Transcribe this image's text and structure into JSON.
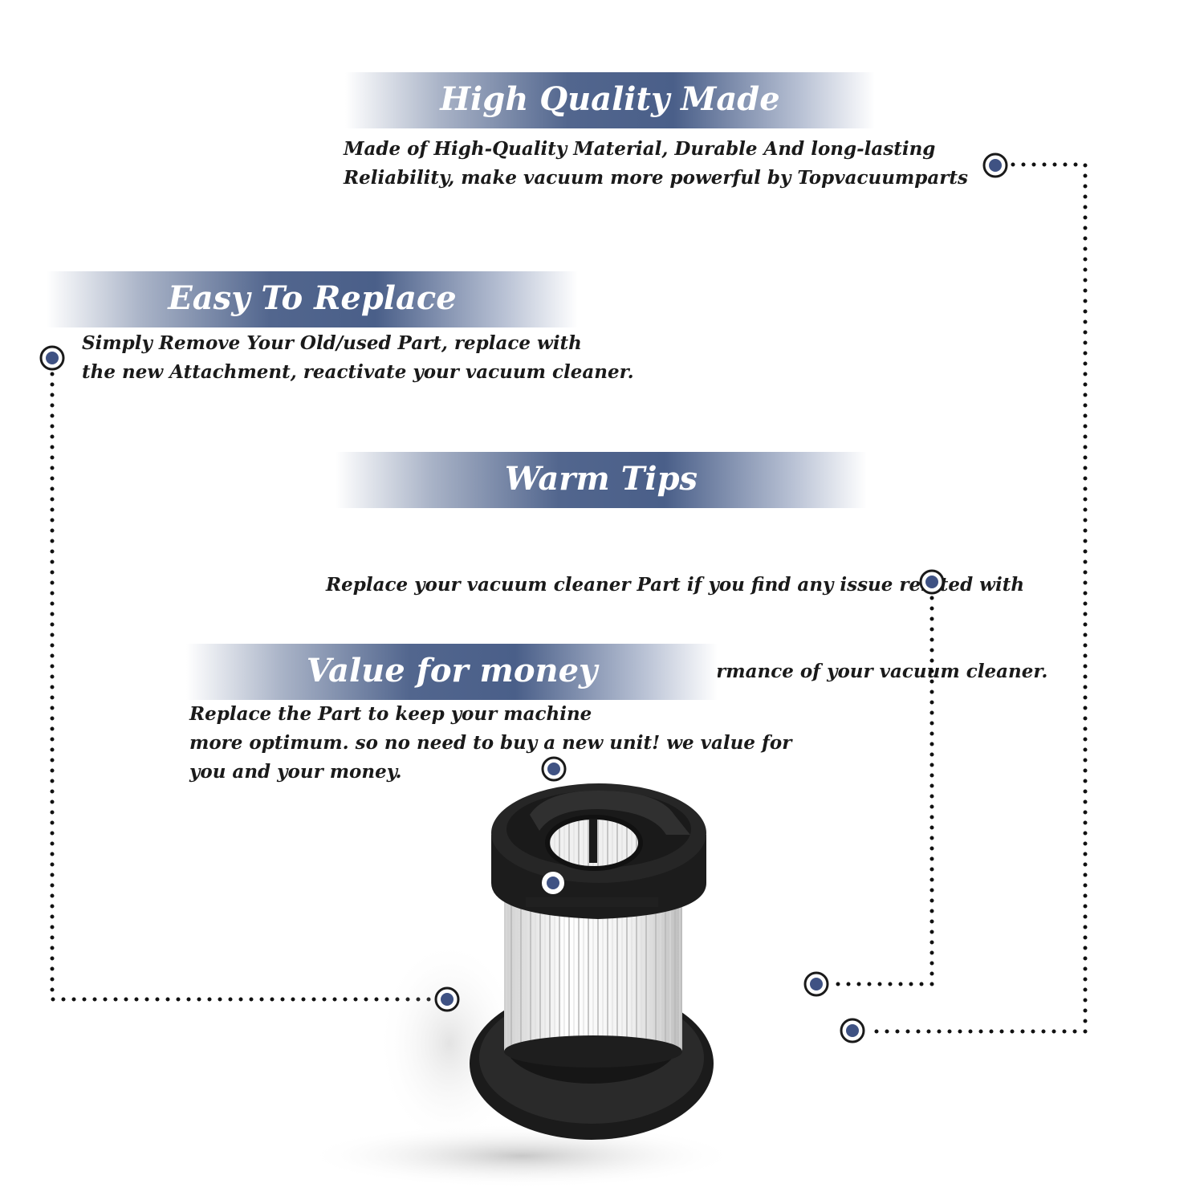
{
  "sections": [
    {
      "title": "High Quality Made",
      "lines": [
        "Made of  High-Quality Material, Durable And long-lasting",
        "Reliability, make vacuum more powerful by Topvacuumparts"
      ]
    },
    {
      "title": "Easy To Replace",
      "lines": [
        "Simply Remove Your Old/used Part, replace with",
        "the new Attachment, reactivate your vacuum cleaner."
      ]
    },
    {
      "title": "Warm Tips",
      "lines": [
        "Replace your vacuum cleaner Part if you find any issue related with",
        " attachment to ensure optimum performance of your vacuum cleaner."
      ]
    },
    {
      "title": "Value for money",
      "lines": [
        "Replace the Part to keep your machine",
        "more optimum. so no need to buy a new unit! we value for",
        "you and your money."
      ]
    }
  ],
  "colors": {
    "accent": "#4a5f89",
    "dot_fill": "#3f5283",
    "text": "#1a1a1a",
    "filter_rim": "#1b1b1b",
    "filter_pleats": "#ececec"
  },
  "product": {
    "image": "cylindrical vacuum HEPA filter with black rims and white pleated media"
  }
}
